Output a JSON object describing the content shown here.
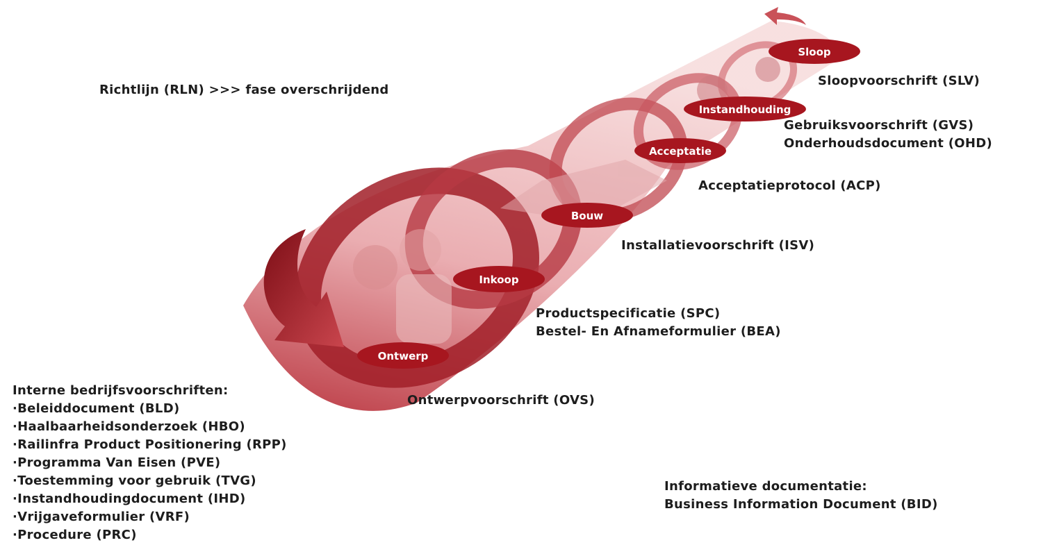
{
  "guideline": "Richtlijn (RLN) >>> fase overschrijdend",
  "phases": [
    {
      "id": "ontwerp",
      "label": "Ontwerp",
      "documents": [
        "Ontwerpvoorschrift (OVS)"
      ]
    },
    {
      "id": "inkoop",
      "label": "Inkoop",
      "documents": [
        "Productspecificatie (SPC)",
        "Bestel- En Afnameformulier (BEA)"
      ]
    },
    {
      "id": "bouw",
      "label": "Bouw",
      "documents": [
        "Installatievoorschrift (ISV)"
      ]
    },
    {
      "id": "acceptatie",
      "label": "Acceptatie",
      "documents": [
        "Acceptatieprotocol (ACP)"
      ]
    },
    {
      "id": "instandhouding",
      "label": "Instandhouding",
      "documents": [
        "Gebruiksvoorschrift (GVS)",
        "Onderhoudsdocument (OHD)"
      ]
    },
    {
      "id": "sloop",
      "label": "Sloop",
      "documents": [
        "Sloopvoorschrift (SLV)"
      ]
    }
  ],
  "internal": {
    "title": "Interne bedrijfsvoorschriften:",
    "items": [
      "Beleiddocument (BLD)",
      "Haalbaarheidsonderzoek (HBO)",
      "Railinfra Product Positionering (RPP)",
      "Programma Van Eisen (PVE)",
      "Toestemming voor gebruik (TVG)",
      "Instandhoudingdocument (IHD)",
      "Vrijgaveformulier (VRF)",
      "Procedure (PRC)"
    ]
  },
  "informative": {
    "title": "Informatieve documentatie:",
    "value": "Business Information Document (BID)"
  },
  "colors": {
    "tube_dark": "#9c1b24",
    "tube_mid": "#c74a52",
    "tube_light": "#f0c5c5",
    "phase_fill": "#a7161f",
    "text": "#1d1d1d"
  }
}
